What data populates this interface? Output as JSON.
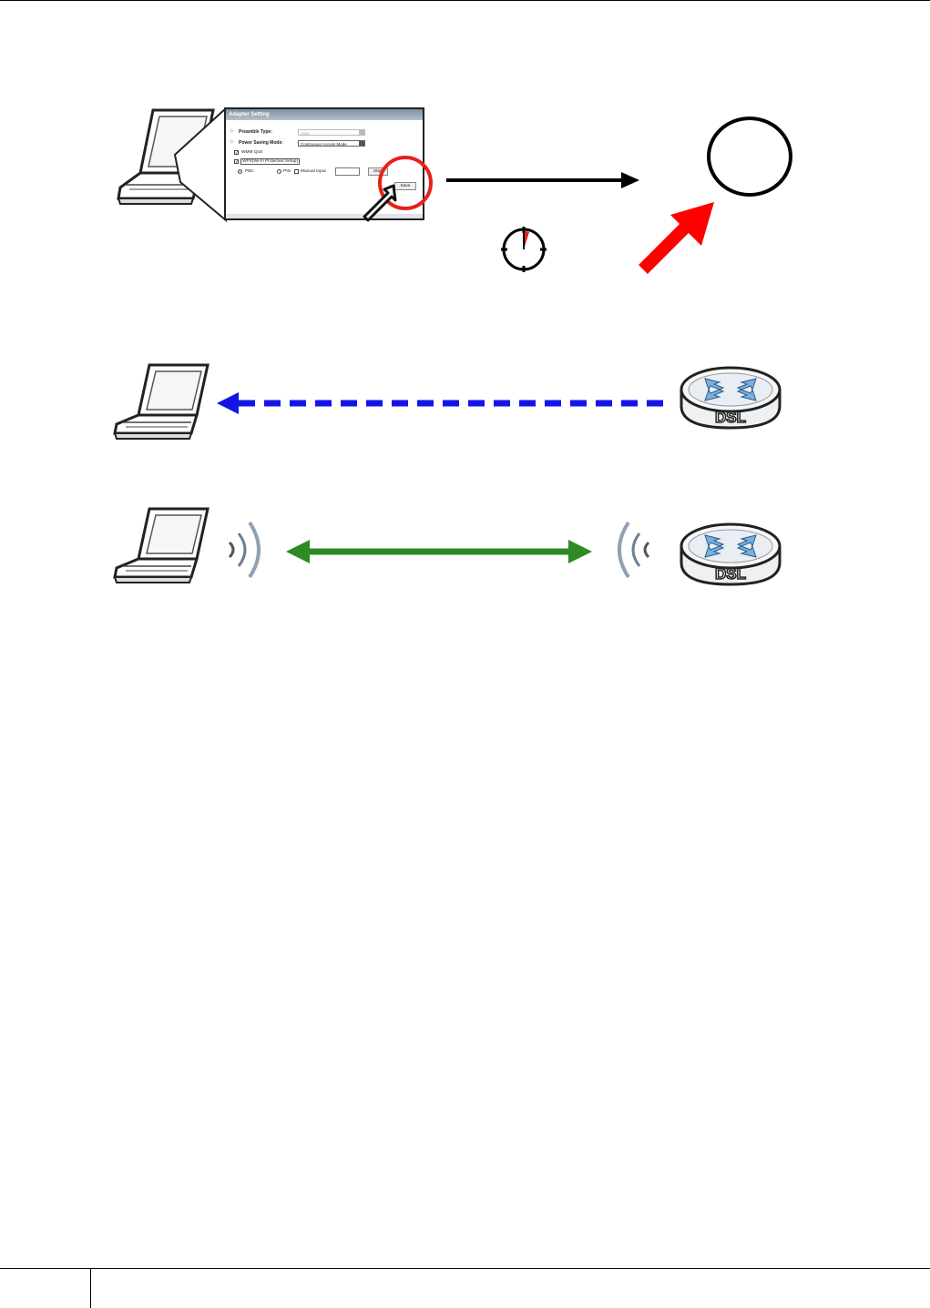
{
  "adapter_setting": {
    "title": "Adapter Setting",
    "preamble_type_label": "Preamble Type:",
    "preamble_type_value": "Auto",
    "power_saving_label": "Power Saving Mode:",
    "power_saving_value": "Continuous Access Mode",
    "wmm_qos_label": "WMM QoS",
    "wps_label": "WPS(Wi-Fi Protected Setup)",
    "pbc_label": "PBC",
    "pin_label": "PIN",
    "manual_input_label": "Manual Input",
    "start_button": "Start",
    "save_button": "Save"
  },
  "router_label": "DSL",
  "colors": {
    "highlight_circle": "#e8201a",
    "red_arrow": "#ff0000",
    "dashed_arrow": "#1414e8",
    "double_arrow": "#2e8a22",
    "timer_hand": "#e8201a"
  }
}
